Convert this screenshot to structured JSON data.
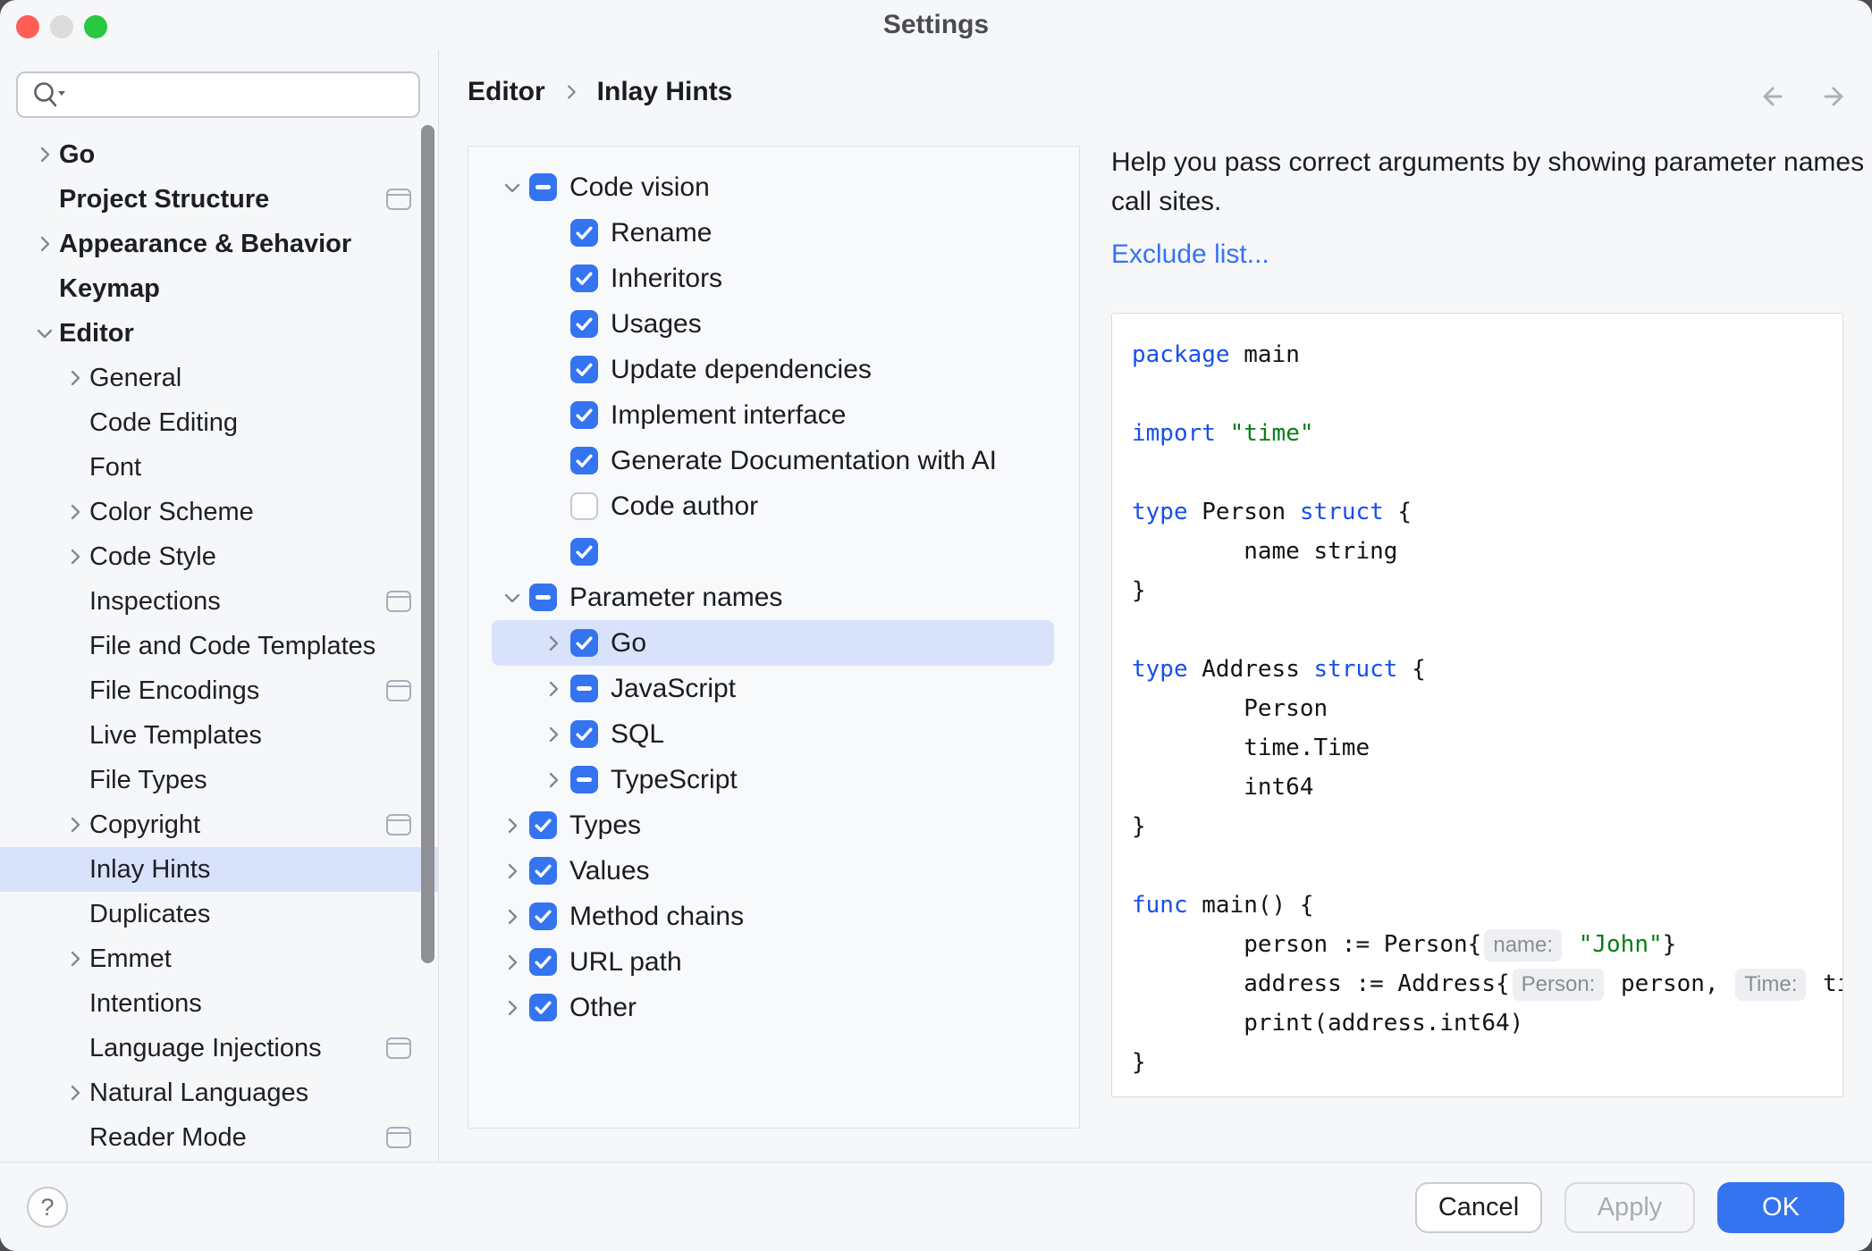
{
  "window": {
    "title": "Settings"
  },
  "search": {
    "value": "",
    "placeholder": ""
  },
  "sidebar": {
    "items": [
      {
        "label": "Go",
        "level": 0,
        "bold": true,
        "chevron": "right"
      },
      {
        "label": "Project Structure",
        "level": 0,
        "bold": true,
        "icon": "project-settings"
      },
      {
        "label": "Appearance & Behavior",
        "level": 0,
        "bold": true,
        "chevron": "right"
      },
      {
        "label": "Keymap",
        "level": 0,
        "bold": true
      },
      {
        "label": "Editor",
        "level": 0,
        "bold": true,
        "chevron": "down"
      },
      {
        "label": "General",
        "level": 1,
        "chevron": "right"
      },
      {
        "label": "Code Editing",
        "level": 1
      },
      {
        "label": "Font",
        "level": 1
      },
      {
        "label": "Color Scheme",
        "level": 1,
        "chevron": "right"
      },
      {
        "label": "Code Style",
        "level": 1,
        "chevron": "right"
      },
      {
        "label": "Inspections",
        "level": 1,
        "icon": "project-settings"
      },
      {
        "label": "File and Code Templates",
        "level": 1
      },
      {
        "label": "File Encodings",
        "level": 1,
        "icon": "project-settings"
      },
      {
        "label": "Live Templates",
        "level": 1
      },
      {
        "label": "File Types",
        "level": 1
      },
      {
        "label": "Copyright",
        "level": 1,
        "chevron": "right",
        "icon": "project-settings"
      },
      {
        "label": "Inlay Hints",
        "level": 1,
        "selected": true
      },
      {
        "label": "Duplicates",
        "level": 1
      },
      {
        "label": "Emmet",
        "level": 1,
        "chevron": "right"
      },
      {
        "label": "Intentions",
        "level": 1
      },
      {
        "label": "Language Injections",
        "level": 1,
        "icon": "project-settings"
      },
      {
        "label": "Natural Languages",
        "level": 1,
        "chevron": "right"
      },
      {
        "label": "Reader Mode",
        "level": 1,
        "icon": "project-settings"
      }
    ]
  },
  "breadcrumb": {
    "parts": [
      "Editor",
      "Inlay Hints"
    ]
  },
  "tree": {
    "rows": [
      {
        "label": "Code vision",
        "level": 0,
        "chevron": "down",
        "check": "indeterminate"
      },
      {
        "label": "Rename",
        "level": 1,
        "check": "checked"
      },
      {
        "label": "Inheritors",
        "level": 1,
        "check": "checked"
      },
      {
        "label": "Usages",
        "level": 1,
        "check": "checked"
      },
      {
        "label": "Update dependencies",
        "level": 1,
        "check": "checked"
      },
      {
        "label": "Implement interface",
        "level": 1,
        "check": "checked"
      },
      {
        "label": "Generate Documentation with AI",
        "level": 1,
        "check": "checked"
      },
      {
        "label": "Code author",
        "level": 1,
        "check": "unchecked"
      },
      {
        "label": "",
        "level": 1,
        "check": "checked"
      },
      {
        "label": "Parameter names",
        "level": 0,
        "chevron": "down",
        "check": "indeterminate"
      },
      {
        "label": "Go",
        "level": 1,
        "chevron": "right",
        "check": "checked",
        "selected": true
      },
      {
        "label": "JavaScript",
        "level": 1,
        "chevron": "right",
        "check": "indeterminate"
      },
      {
        "label": "SQL",
        "level": 1,
        "chevron": "right",
        "check": "checked"
      },
      {
        "label": "TypeScript",
        "level": 1,
        "chevron": "right",
        "check": "indeterminate"
      },
      {
        "label": "Types",
        "level": 0,
        "chevron": "right",
        "check": "checked"
      },
      {
        "label": "Values",
        "level": 0,
        "chevron": "right",
        "check": "checked"
      },
      {
        "label": "Method chains",
        "level": 0,
        "chevron": "right",
        "check": "checked"
      },
      {
        "label": "URL path",
        "level": 0,
        "chevron": "right",
        "check": "checked"
      },
      {
        "label": "Other",
        "level": 0,
        "chevron": "right",
        "check": "checked"
      }
    ]
  },
  "detail": {
    "description": "Help you pass correct arguments by showing parameter names at call sites.",
    "exclude_link": "Exclude list...",
    "code": {
      "lines": [
        [
          {
            "t": "kw",
            "v": "package"
          },
          {
            "t": "plain",
            "v": " main"
          }
        ],
        [],
        [
          {
            "t": "kw",
            "v": "import"
          },
          {
            "t": "plain",
            "v": " "
          },
          {
            "t": "str",
            "v": "\"time\""
          }
        ],
        [],
        [
          {
            "t": "kw",
            "v": "type"
          },
          {
            "t": "plain",
            "v": " Person "
          },
          {
            "t": "kw",
            "v": "struct"
          },
          {
            "t": "plain",
            "v": " {"
          }
        ],
        [
          {
            "t": "plain",
            "v": "        name string"
          }
        ],
        [
          {
            "t": "plain",
            "v": "}"
          }
        ],
        [],
        [
          {
            "t": "kw",
            "v": "type"
          },
          {
            "t": "plain",
            "v": " Address "
          },
          {
            "t": "kw",
            "v": "struct"
          },
          {
            "t": "plain",
            "v": " {"
          }
        ],
        [
          {
            "t": "plain",
            "v": "        Person"
          }
        ],
        [
          {
            "t": "plain",
            "v": "        time.Time"
          }
        ],
        [
          {
            "t": "plain",
            "v": "        int64"
          }
        ],
        [
          {
            "t": "plain",
            "v": "}"
          }
        ],
        [],
        [
          {
            "t": "kw",
            "v": "func"
          },
          {
            "t": "plain",
            "v": " main() {"
          }
        ],
        [
          {
            "t": "plain",
            "v": "        person := Person{"
          },
          {
            "t": "hint",
            "v": "name:"
          },
          {
            "t": "plain",
            "v": " "
          },
          {
            "t": "str",
            "v": "\"John\""
          },
          {
            "t": "plain",
            "v": "}"
          }
        ],
        [
          {
            "t": "plain",
            "v": "        address := Address{"
          },
          {
            "t": "hint",
            "v": "Person:"
          },
          {
            "t": "plain",
            "v": " person, "
          },
          {
            "t": "hint",
            "v": "Time:"
          },
          {
            "t": "plain",
            "v": " tim"
          }
        ],
        [
          {
            "t": "plain",
            "v": "        print(address.int64)"
          }
        ],
        [
          {
            "t": "plain",
            "v": "}"
          }
        ]
      ]
    }
  },
  "footer": {
    "help": "?",
    "cancel": "Cancel",
    "apply": "Apply",
    "ok": "OK"
  },
  "colors": {
    "accent": "#3574f0",
    "selection": "#d9e2fb",
    "keyword": "#1750eb",
    "string": "#067d17",
    "hint_bg": "#eeeff2",
    "traffic_close": "#ff5f57",
    "traffic_zoom": "#28c840"
  }
}
